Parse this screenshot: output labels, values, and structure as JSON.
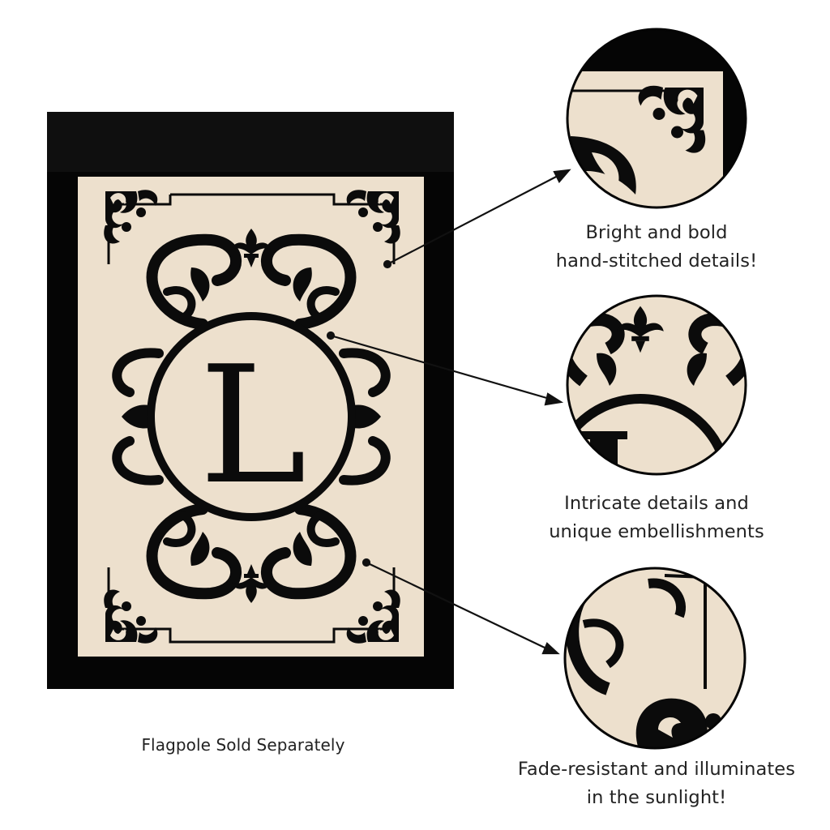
{
  "product": {
    "monogram_letter": "L",
    "colors": {
      "fabric": "#ede0cd",
      "ink": "#0b0b0b",
      "border": "#050505"
    }
  },
  "callouts": [
    {
      "lines": [
        "Bright and bold",
        "hand-stitched details!"
      ]
    },
    {
      "lines": [
        "Intricate details and",
        "unique embellishments"
      ]
    },
    {
      "lines": [
        "Fade-resistant and illuminates",
        "in the sunlight!"
      ]
    }
  ],
  "flagpole_note": "Flagpole Sold Separately"
}
